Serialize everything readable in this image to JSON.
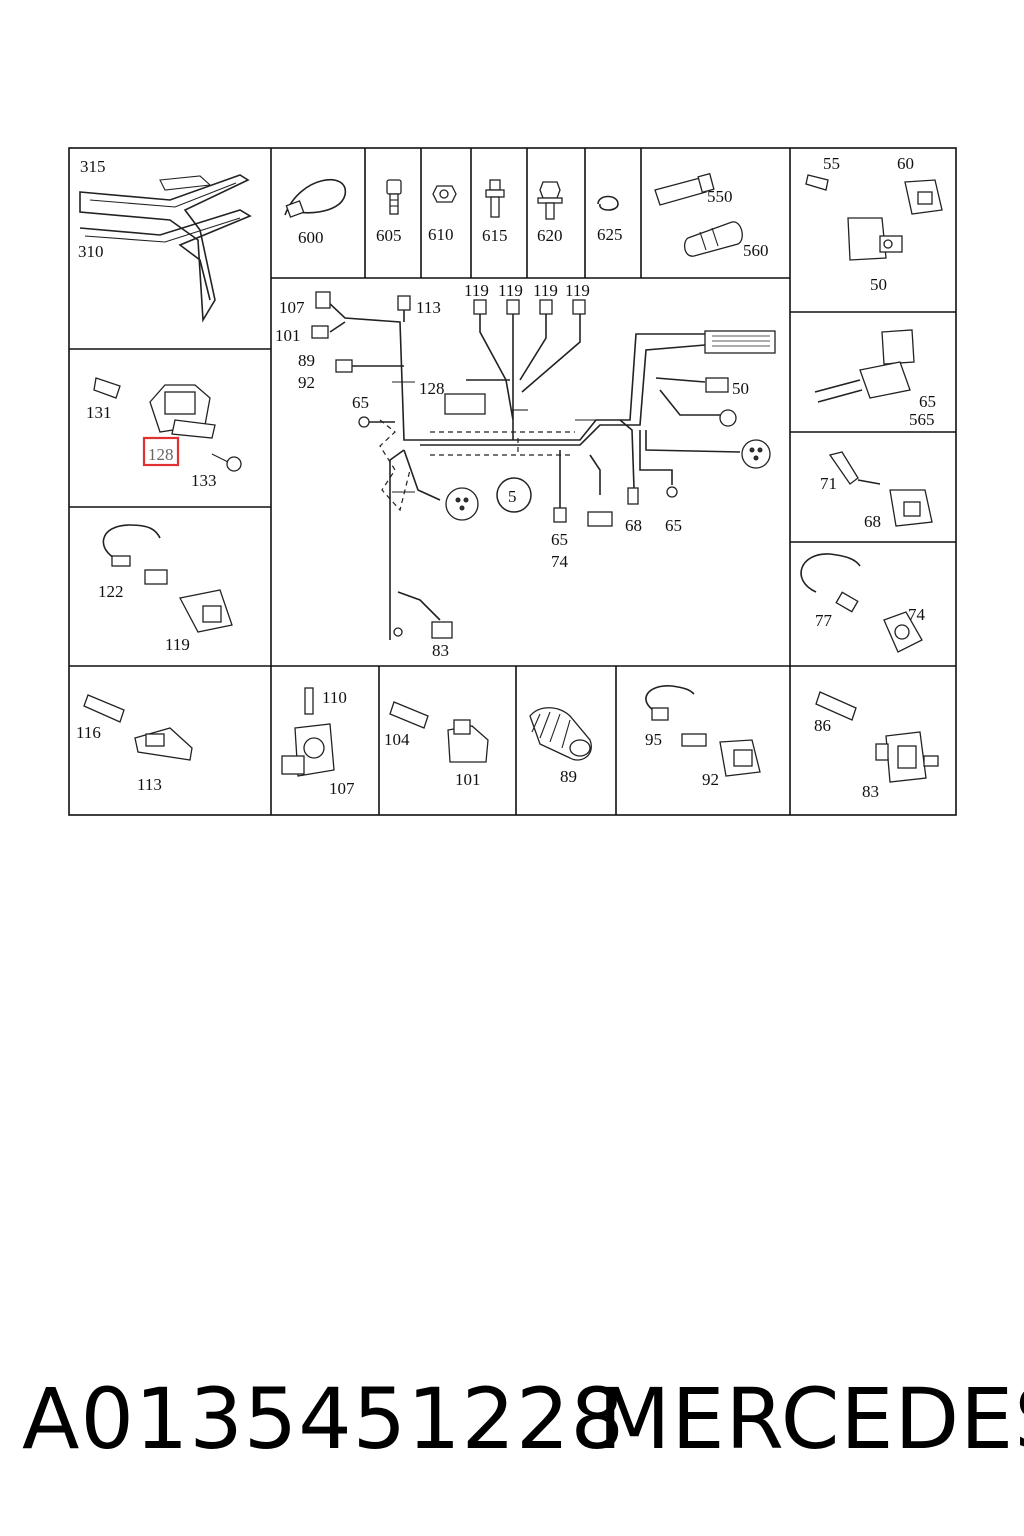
{
  "highlight_color": "#e03030",
  "highlighted_callout": "128",
  "callouts": {
    "c315": "315",
    "c310": "310",
    "c600": "600",
    "c605": "605",
    "c610": "610",
    "c615": "615",
    "c620": "620",
    "c625": "625",
    "c550": "550",
    "c560": "560",
    "c55": "55",
    "c60": "60",
    "c50a": "50",
    "c131": "131",
    "c128a": "128",
    "c133": "133",
    "c122": "122",
    "c119a": "119",
    "c107a": "107",
    "c113a": "113",
    "c101a": "101",
    "c89a": "89",
    "c92a": "92",
    "c119b": "119",
    "c119c": "119",
    "c119d": "119",
    "c119e": "119",
    "c128b": "128",
    "c65a": "65",
    "c50b": "50",
    "c5": "5",
    "c65b": "65",
    "c74a": "74",
    "c68a": "68",
    "c65c": "65",
    "c83a": "83",
    "c65d": "65",
    "c565": "565",
    "c71": "71",
    "c68b": "68",
    "c77": "77",
    "c74b": "74",
    "c116": "116",
    "c113b": "113",
    "c110": "110",
    "c107b": "107",
    "c104": "104",
    "c101b": "101",
    "c89b": "89",
    "c95": "95",
    "c92b": "92",
    "c86": "86",
    "c83b": "83"
  },
  "footer": {
    "part_number": "A0135451228",
    "brand": "MERCEDES"
  }
}
